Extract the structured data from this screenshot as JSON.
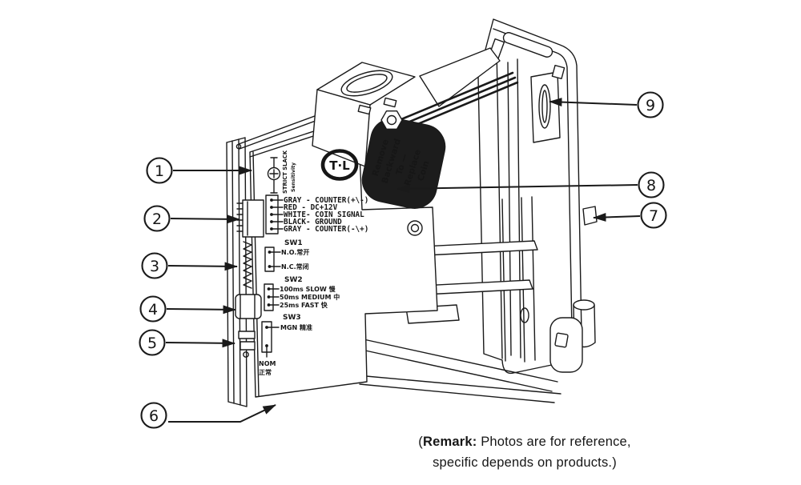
{
  "colors": {
    "line": "#1a1a1a",
    "flag_bg": "#1c1c1c",
    "flag_text": "#ffffff",
    "background": "#ffffff"
  },
  "logo": {
    "text": "T·L"
  },
  "sensitivity": {
    "range": "STRICT SLACK",
    "label": "Sensitivity"
  },
  "wires": [
    "GRAY - COUNTER(+\\-)",
    "RED  - DC+12V",
    "WHITE- COIN SIGNAL",
    "BLACK- GROUND",
    "GRAY - COUNTER(-\\+)"
  ],
  "switches": [
    {
      "name": "SW1",
      "options": [
        "N.O.常开",
        "N.C.常闭"
      ]
    },
    {
      "name": "SW2",
      "options": [
        "100ms SLOW 慢",
        "50ms MEDIUM 中",
        "25ms FAST 快"
      ]
    },
    {
      "name": "SW3",
      "options": [
        "MGN  精准"
      ],
      "below": [
        "NOM",
        "正常"
      ]
    }
  ],
  "flag": {
    "lines": [
      "Remove",
      "Backward",
      "To —",
      "Replace",
      "Coin"
    ]
  },
  "callouts": [
    "1",
    "2",
    "3",
    "4",
    "5",
    "6",
    "7",
    "8",
    "9"
  ],
  "remark": {
    "open": "(",
    "label": "Remark:",
    "line1": " Photos are for reference,",
    "line2": "specific depends on products.)"
  }
}
